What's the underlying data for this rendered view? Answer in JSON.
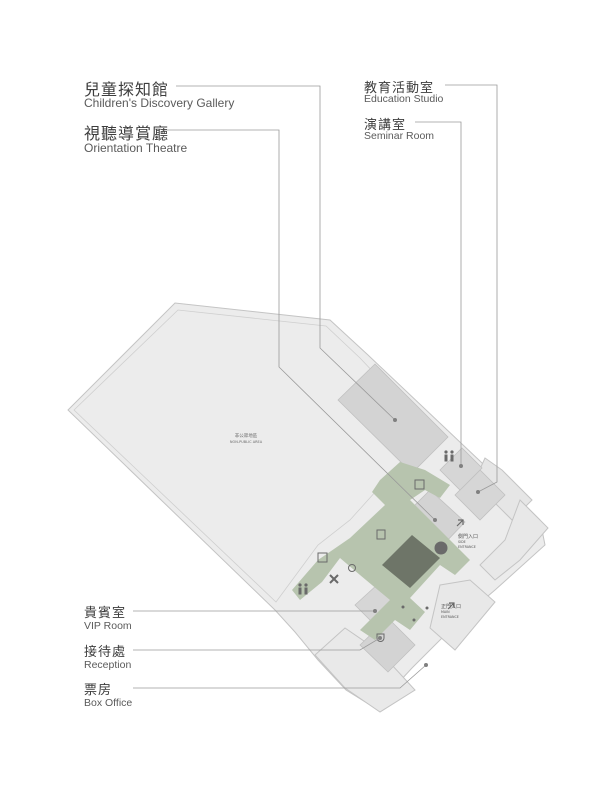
{
  "labels": {
    "childrens_gallery": {
      "zh": "兒童探知館",
      "en": "Children's Discovery Gallery"
    },
    "orientation_theatre": {
      "zh": "視聽導賞廳",
      "en": "Orientation Theatre"
    },
    "education_studio": {
      "zh": "教育活動室",
      "en": "Education Studio"
    },
    "seminar_room": {
      "zh": "演講室",
      "en": "Seminar Room"
    },
    "vip_room": {
      "zh": "貴賓室",
      "en": "VIP Room"
    },
    "reception": {
      "zh": "接待處",
      "en": "Reception"
    },
    "box_office": {
      "zh": "票房",
      "en": "Box Office"
    }
  },
  "map_text": {
    "non_public_zh": "非公眾地區",
    "non_public_en": "NON-PUBLIC AREA",
    "side_entrance_zh": "側門入口",
    "side_entrance_en1": "SIDE",
    "side_entrance_en2": "ENTRANCE",
    "main_entrance_zh": "正門入口",
    "main_entrance_en1": "MAIN",
    "main_entrance_en2": "ENTRANCE"
  },
  "colors": {
    "floor": "#ececec",
    "room": "#d6d6d6",
    "corridor": "#b7c4ae",
    "outline": "#c4c4c4",
    "leader": "#9a9a9a",
    "icon": "#6a6a6a"
  }
}
